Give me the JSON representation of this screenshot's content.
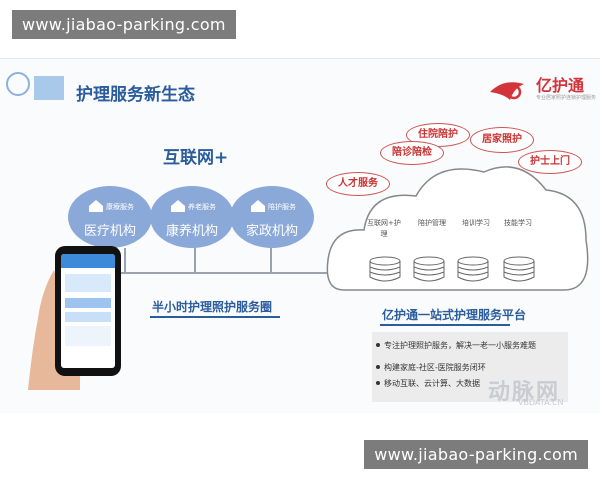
{
  "watermark": {
    "top": "www.jiabao-parking.com",
    "bottom": "www.jiabao-parking.com"
  },
  "slide": {
    "title": "护理服务新生态",
    "brand": {
      "name": "亿护通",
      "tagline": "专业居家照护连锁护理服务"
    },
    "internet_plus": "互联网+",
    "institutions": [
      {
        "tag": "康療服务",
        "name": "医疗机构"
      },
      {
        "tag": "养老服务",
        "name": "康养机构"
      },
      {
        "tag": "陪护服务",
        "name": "家政机构"
      }
    ],
    "service_circle": "半小时护理照护服务圈",
    "cloud_bubbles": [
      "住院陪护",
      "居家照护",
      "陪诊陪检",
      "护士上门",
      "人才服务"
    ],
    "cloud_items": [
      "互联网+护理",
      "陪护管理",
      "培训学习",
      "技能学习"
    ],
    "platform": {
      "title": "亿护通一站式护理服务平台",
      "bullets": [
        "专注护理照护服务，解决一老一小服务难题",
        "构建家庭-社区-医院服务闭环",
        "移动互联、云计算、大数据"
      ]
    },
    "vbdata": {
      "logo": "动脉网",
      "url": "VBDATA.CN"
    }
  },
  "colors": {
    "title": "#2b5c9c",
    "circle": "#8aa8d8",
    "bubble": "#cc3333",
    "brand": "#d3343a"
  },
  "icons": [
    "house-icon",
    "database-icon",
    "phone-icon",
    "hand-icon"
  ]
}
